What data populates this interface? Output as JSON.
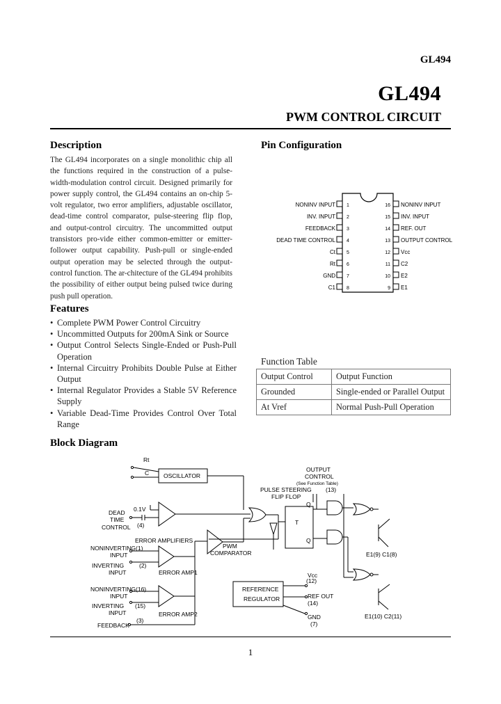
{
  "header": {
    "part_number": "GL494"
  },
  "title": "GL494",
  "subtitle": "PWM CONTROL CIRCUIT",
  "description": {
    "heading": "Description",
    "text": "The GL494 incorporates on a single monolithic chip all the functions required in the construction of a pulse-width-modulation control circuit. Designed primarily for power supply control, the GL494 contains an on-chip 5-volt regulator, two error amplifiers, adjustable oscillator, dead-time control comparator, pulse-steering flip flop, and output-control circuitry. The uncommitted output transistors pro-vide either common-emitter or emitter-follower output capability. Push-pull or single-ended output operation may be selected through the output-control function. The ar-chitecture of the GL494 prohibits the possibility of either output being pulsed twice during push pull operation."
  },
  "features": {
    "heading": "Features",
    "items": [
      "Complete PWM Power Control Circuitry",
      "Uncommitted Outputs for 200mA Sink or Source",
      "Output Control Selects Single-Ended or Push-Pull Operation",
      "Internal Circuitry Prohibits Double Pulse at Either Output",
      "Internal Regulator Provides a Stable 5V Reference Supply",
      "Variable Dead-Time Provides Control Over Total Range"
    ]
  },
  "pin_config": {
    "heading": "Pin Configuration",
    "left": [
      {
        "num": "1",
        "name": "NONINV INPUT"
      },
      {
        "num": "2",
        "name": "INV. INPUT"
      },
      {
        "num": "3",
        "name": "FEEDBACK"
      },
      {
        "num": "4",
        "name": "DEAD TIME CONTROL"
      },
      {
        "num": "5",
        "name": "Ct"
      },
      {
        "num": "6",
        "name": "Rt"
      },
      {
        "num": "7",
        "name": "GND"
      },
      {
        "num": "8",
        "name": "C1"
      }
    ],
    "right": [
      {
        "num": "16",
        "name": "NONINV INPUT"
      },
      {
        "num": "15",
        "name": "INV. INPUT"
      },
      {
        "num": "14",
        "name": "REF. OUT"
      },
      {
        "num": "13",
        "name": "OUTPUT CONTROL"
      },
      {
        "num": "12",
        "name": "Vcc"
      },
      {
        "num": "11",
        "name": "C2"
      },
      {
        "num": "10",
        "name": "E2"
      },
      {
        "num": "9",
        "name": "E1"
      }
    ]
  },
  "function_table": {
    "title": "Function Table",
    "headers": [
      "Output Control",
      "Output Function"
    ],
    "rows": [
      [
        "Grounded",
        "Single-ended or Parallel Output"
      ],
      [
        "At  Vref",
        "Normal Push-Pull Operation"
      ]
    ]
  },
  "block_diagram": {
    "heading": "Block Diagram",
    "labels": {
      "rt": "Rt",
      "ct": "C",
      "oscillator": "OSCILLATOR",
      "dead1": "DEAD",
      "dead2": "TIME",
      "dead3": "CONTROL",
      "dead_pin": "(4)",
      "offset": "0.1V",
      "error_amplifiers": "ERROR   AMPLIFIERS",
      "noninv1_a": "NONINVERTING(1)",
      "noninv1_b": "INPUT",
      "inv1_a": "INVERTING",
      "inv1_b": "INPUT",
      "inv1_pin": "(2)",
      "error_amp1": "ERROR AMP1",
      "noninv2_a": "NONINVERTING(16)",
      "noninv2_b": "INPUT",
      "inv2_a": "INVERTING",
      "inv2_b": "INPUT",
      "inv2_pin": "(15)",
      "error_amp2": "ERROR AMP2",
      "feedback": "FEEDBACK",
      "feedback_pin": "(3)",
      "pwm1": "PWM",
      "pwm2": "COMPARATOR",
      "out_ctrl1": "OUTPUT",
      "out_ctrl2": "CONTROL",
      "out_ctrl3": "(See Function Table)",
      "pulse_steering": "PULSE STEERING",
      "flip_flop": "FLIP FLOP",
      "out_ctrl_pin": "(13)",
      "ff_q": "Q",
      "ff_t": "T",
      "ff_qbar": "Q",
      "e1_c1": "E1(9)   C1(8)",
      "e2_c2": "E1(10)  C2(11)",
      "vcc": "Vcc",
      "vcc_pin": "(12)",
      "ref_out": "REF OUT",
      "ref_out_pin": "(14)",
      "gnd": "GND",
      "gnd_pin": "(7)",
      "ref1": "REFERENCE",
      "ref2": "REGULATOR"
    }
  },
  "footer": {
    "page_number": "1"
  }
}
